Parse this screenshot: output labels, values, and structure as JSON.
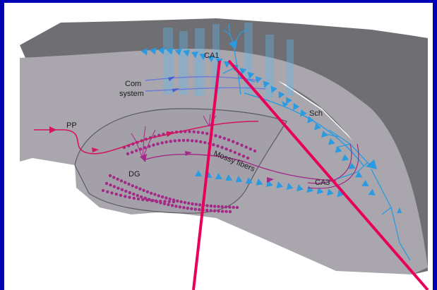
{
  "labels": {
    "ca1": "CA1",
    "com_system_line1": "Com",
    "com_system_line2": "system",
    "sch": "Sch",
    "pp": "PP",
    "dg": "DG",
    "mossy_fibers": "Mossy fibers",
    "ca3": "CA3"
  },
  "colors": {
    "frame": "#0000b4",
    "background": "#ffffff",
    "tissue": "#a9a6ad",
    "tissue_dark": "#6f6e73",
    "pyramidal_cells": "#2a9be0",
    "perforant_path": "#d3175e",
    "granule_cells": "#a32a86",
    "pointer_lines": "#e8005a"
  },
  "icons": {
    "pyramidal_layer": "blue-triangle-marker",
    "granule_layer": "magenta-dot-marker"
  }
}
